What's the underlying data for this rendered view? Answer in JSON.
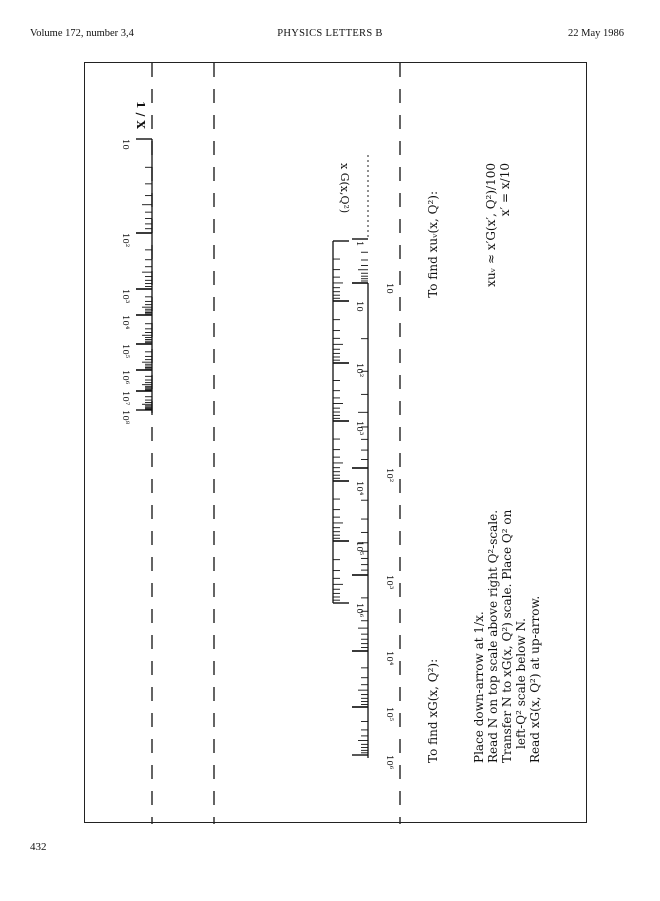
{
  "header": {
    "left": "Volume 172, number 3,4",
    "center": "PHYSICS LETTERS B",
    "right": "22 May 1986"
  },
  "page_number": "432",
  "nomogram": {
    "inv_x_axis_label": "1 / X",
    "inv_x_scale_labels": [
      "10",
      "10²",
      "10³",
      "10⁴",
      "10⁵",
      "10⁶",
      "10⁷",
      "10⁸"
    ],
    "xg_axis_label": "x G(x,Q²)",
    "xg_scale_labels": [
      "1",
      "10",
      "10²",
      "10³",
      "10⁴",
      "10⁵",
      "10⁶"
    ],
    "q2_scale_labels": [
      "10",
      "10²",
      "10³",
      "10⁴",
      "10⁵",
      "10⁶"
    ]
  },
  "instructions": {
    "find_xuv_heading": "To find xuᵥ(x, Q²):",
    "xuv_formula_1": "xuᵥ ≈ x′G(x′, Q²)/100",
    "xuv_formula_2": "x′ = x/10",
    "find_xg_heading": "To find xG(x, Q²):",
    "steps": [
      "Place down-arrow at 1/x.",
      "Read N on top scale above right Q²-scale.",
      "Transfer N to xG(x, Q²) scale. Place Q² on",
      "left-Q² scale below N.",
      "Read xG(x, Q²) at up-arrow."
    ]
  }
}
